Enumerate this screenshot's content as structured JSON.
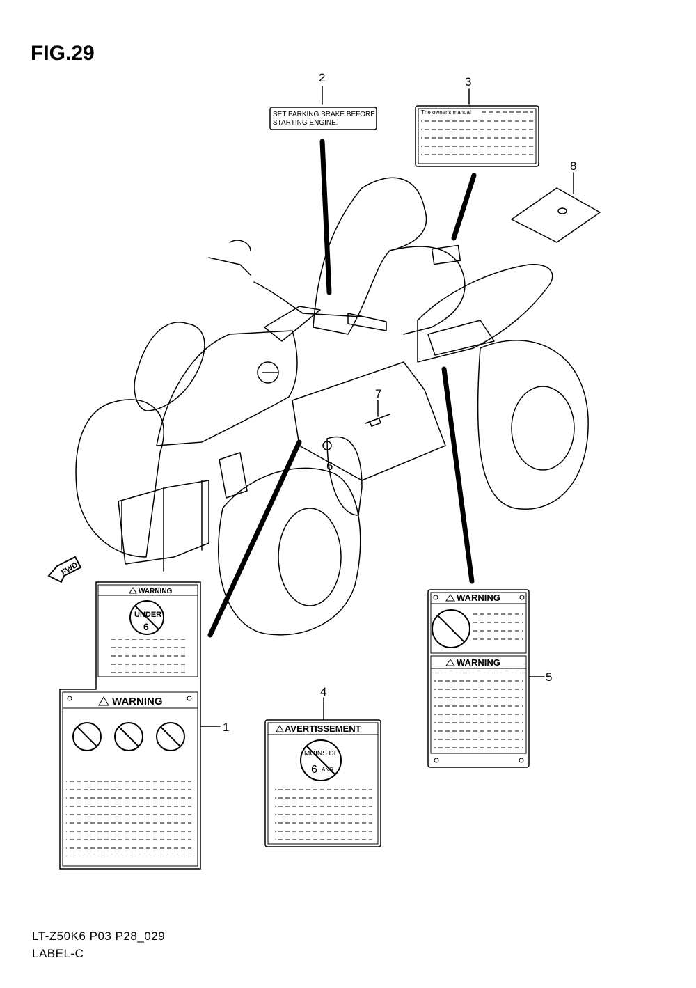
{
  "figure": {
    "title": "FIG.29"
  },
  "callouts": {
    "c1": "1",
    "c2": "2",
    "c3": "3",
    "c4": "4",
    "c5": "5",
    "c6": "6",
    "c7": "7",
    "c8": "8"
  },
  "labels": {
    "parking_brake": {
      "line1": "SET PARKING BRAKE BEFORE",
      "line2": "STARTING ENGINE."
    },
    "owners_manual": {
      "heading": "The owner's manual"
    },
    "warning_small": "WARNING",
    "warning": "WARNING",
    "under_badge": {
      "word": "UNDER",
      "number": "6"
    },
    "avertissement": "AVERTISSEMENT",
    "moins_badge": {
      "line1": "MOINS DE",
      "number": "6",
      "unit": "ANS"
    },
    "fwd": "FWD"
  },
  "footer": {
    "code": "LT-Z50K6 P03 P28_029",
    "name": "LABEL-C"
  }
}
